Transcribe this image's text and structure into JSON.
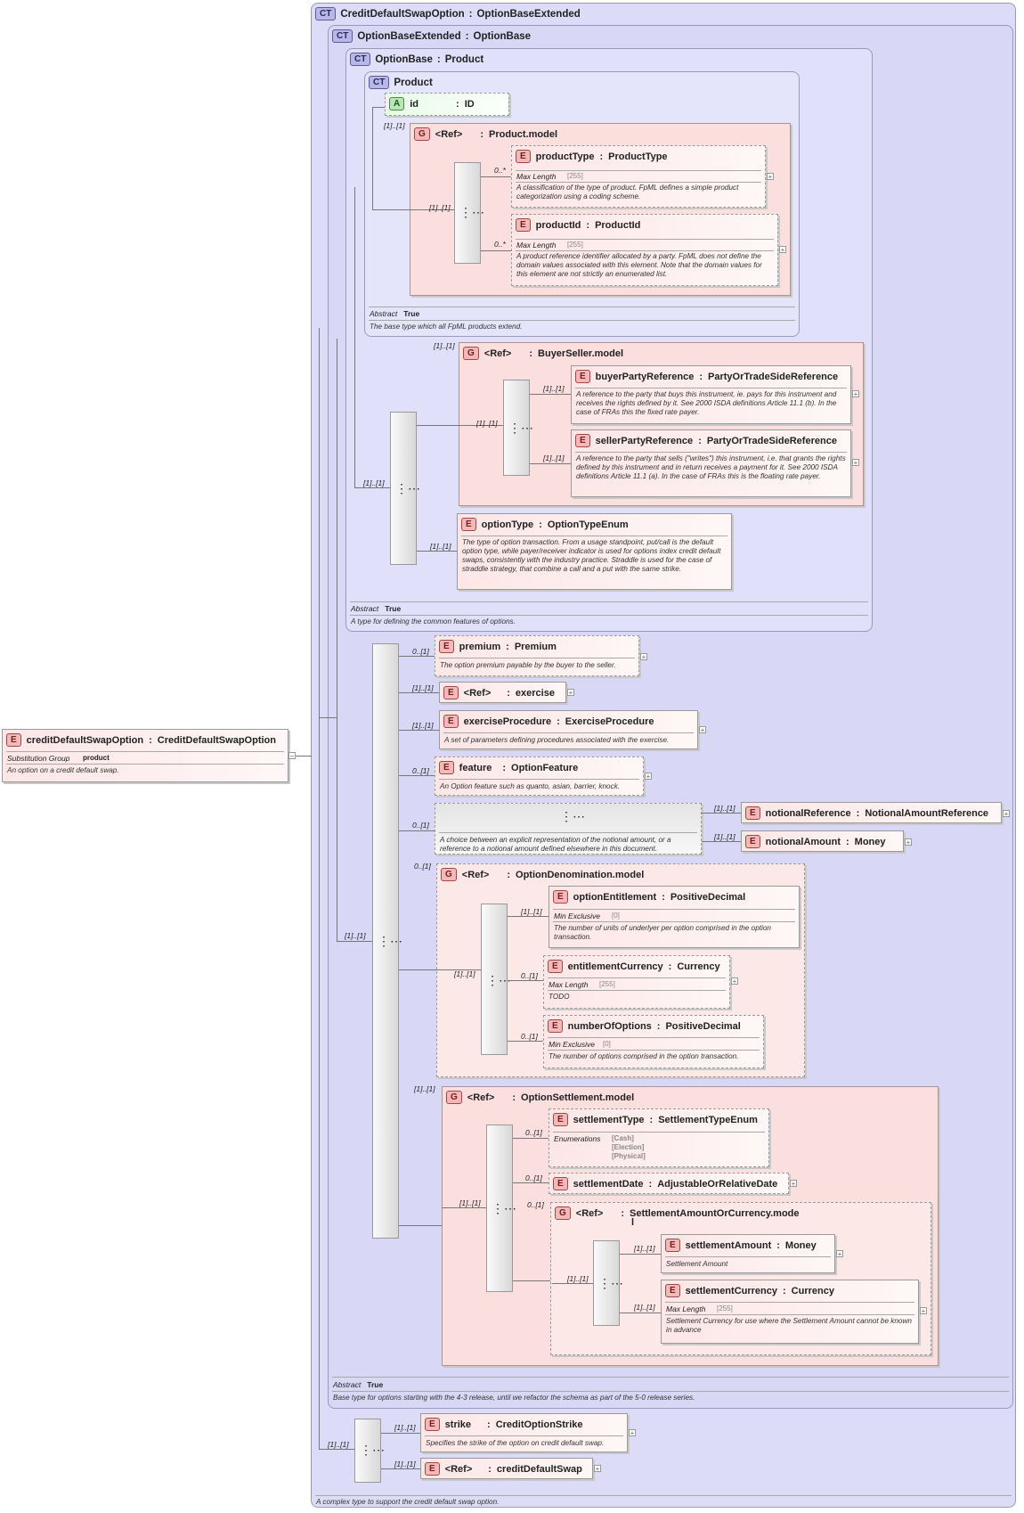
{
  "root": {
    "name": "creditDefaultSwapOption",
    "type": "CreditDefaultSwapOption",
    "prop_label": "Substitution Group",
    "prop_value": "product",
    "doc": "An option on a credit default swap."
  },
  "ct_cdso": {
    "name": "CreditDefaultSwapOption",
    "base": "OptionBaseExtended",
    "doc": "A complex type to support the credit default swap option."
  },
  "ct_obe": {
    "name": "OptionBaseExtended",
    "base": "OptionBase",
    "abstract_label": "Abstract",
    "abstract_value": "True",
    "doc": "Base type for options starting with the 4-3 release, until we refactor the schema as part of the 5-0 release series."
  },
  "ct_ob": {
    "name": "OptionBase",
    "base": "Product",
    "abstract_label": "Abstract",
    "abstract_value": "True",
    "doc": "A type for defining the common features of options."
  },
  "ct_product": {
    "name": "Product",
    "abstract_label": "Abstract",
    "abstract_value": "True",
    "doc": "The base type which all FpML products extend."
  },
  "badges": {
    "ct": "CT",
    "e": "E",
    "g": "G",
    "a": "A"
  },
  "sep": ":",
  "attr_id": {
    "name": "id",
    "type": "ID",
    "mult": "[1]..[1]"
  },
  "product_model": {
    "ref": "<Ref>",
    "name": "Product.model",
    "mult": "[1]..[1]",
    "productType": {
      "name": "productType",
      "type": "ProductType",
      "prop": "Max Length",
      "val": "[255]",
      "mult": "0..*",
      "doc": "A classification of the type of product. FpML defines a simple product categorization using a coding scheme."
    },
    "productId": {
      "name": "productId",
      "type": "ProductId",
      "prop": "Max Length",
      "val": "[255]",
      "mult": "0..*",
      "doc": "A product reference identifier allocated by a party. FpML does not define the domain values associated with this element. Note that the domain values for this element are not strictly an enumerated list."
    }
  },
  "buyerseller": {
    "ref": "<Ref>",
    "name": "BuyerSeller.model",
    "mult": "[1]..[1]",
    "seq_mult": "[1]..[1]",
    "outer_mult": "[1]..[1]",
    "buyer": {
      "name": "buyerPartyReference",
      "type": "PartyOrTradeSideReference",
      "mult": "[1]..[1]",
      "doc": "A reference to the party that buys this instrument, ie. pays for this instrument and receives the rights defined by it. See 2000 ISDA definitions Article 11.1 (b). In the case of FRAs this the fixed rate payer."
    },
    "seller": {
      "name": "sellerPartyReference",
      "type": "PartyOrTradeSideReference",
      "mult": "[1]..[1]",
      "doc": "A reference to the party that sells (\"writes\") this instrument, i.e. that grants the rights defined by this instrument and in return receives a payment for it. See 2000 ISDA definitions Article 11.1 (a). In the case of FRAs this is the floating rate payer."
    }
  },
  "optionType": {
    "name": "optionType",
    "type": "OptionTypeEnum",
    "mult": "[1]..[1]",
    "doc": "The type of option transaction. From a usage standpoint, put/call is the default option type, while payer/receiver indicator is used for options index credit default swaps, consistently with the industry practice. Straddle is used for the case of straddle strategy, that combine a call and a put with the same strike."
  },
  "obe_seq_mult": "[1]..[1]",
  "premium": {
    "name": "premium",
    "type": "Premium",
    "mult": "0..[1]",
    "doc": "The option premium payable by the buyer to the seller."
  },
  "exercise": {
    "ref": "<Ref>",
    "name": "exercise",
    "mult": "[1]..[1]"
  },
  "exerciseProcedure": {
    "name": "exerciseProcedure",
    "type": "ExerciseProcedure",
    "mult": "[1]..[1]",
    "doc": "A set of parameters defining procedures associated with the exercise."
  },
  "feature": {
    "name": "feature",
    "type": "OptionFeature",
    "mult": "0..[1]",
    "doc": "An Option feature such as quanto, asian, barrier, knock."
  },
  "notional_choice": {
    "mult": "0..[1]",
    "doc": "A choice between an explicit representation of the notional amount, or a reference to a notional amount defined elsewhere in this document.",
    "ref": {
      "name": "notionalReference",
      "type": "NotionalAmountReference",
      "mult": "[1]..[1]"
    },
    "amount": {
      "name": "notionalAmount",
      "type": "Money",
      "mult": "[1]..[1]"
    }
  },
  "denomination": {
    "ref": "<Ref>",
    "name": "OptionDenomination.model",
    "mult": "0..[1]",
    "seq_mult": "[1]..[1]",
    "optionEntitlement": {
      "name": "optionEntitlement",
      "type": "PositiveDecimal",
      "prop": "Min Exclusive",
      "val": "[0]",
      "mult": "[1]..[1]",
      "doc": "The number of units of underlyer per option comprised in the option transaction."
    },
    "entitlementCurrency": {
      "name": "entitlementCurrency",
      "type": "Currency",
      "prop": "Max Length",
      "val": "[255]",
      "mult": "0..[1]",
      "doc": "TODO"
    },
    "numberOfOptions": {
      "name": "numberOfOptions",
      "type": "PositiveDecimal",
      "prop": "Min Exclusive",
      "val": "[0]",
      "mult": "0..[1]",
      "doc": "The number of options comprised in the option transaction."
    }
  },
  "settlement": {
    "ref": "<Ref>",
    "name": "OptionSettlement.model",
    "mult": "[1]..[1]",
    "seq_mult": "[1]..[1]",
    "settlementType": {
      "name": "settlementType",
      "type": "SettlementTypeEnum",
      "prop": "Enumerations",
      "vals": [
        "[Cash]",
        "[Election]",
        "[Physical]"
      ],
      "mult": "0..[1]"
    },
    "settlementDate": {
      "name": "settlementDate",
      "type": "AdjustableOrRelativeDate",
      "mult": "0..[1]"
    },
    "amountOrCurrency": {
      "ref": "<Ref>",
      "name1": "SettlementAmountOrCurrency.mode",
      "name2": "l",
      "mult": "0..[1]",
      "choice_mult": "[1]..[1]",
      "amount": {
        "name": "settlementAmount",
        "type": "Money",
        "mult": "[1]..[1]",
        "doc": "Settlement Amount"
      },
      "currency": {
        "name": "settlementCurrency",
        "type": "Currency",
        "prop": "Max Length",
        "val": "[255]",
        "mult": "[1]..[1]",
        "doc": "Settlement Currency for use where the Settlement Amount cannot be known in advance"
      }
    }
  },
  "cdso_seq_mult": "[1]..[1]",
  "strike": {
    "name": "strike",
    "type": "CreditOptionStrike",
    "mult": "[1]..[1]",
    "doc": "Specifies the strike of the option on credit default swap."
  },
  "creditDefaultSwap": {
    "ref": "<Ref>",
    "name": "creditDefaultSwap",
    "mult": "[1]..[1]"
  },
  "expander": "+",
  "collapser": "−"
}
